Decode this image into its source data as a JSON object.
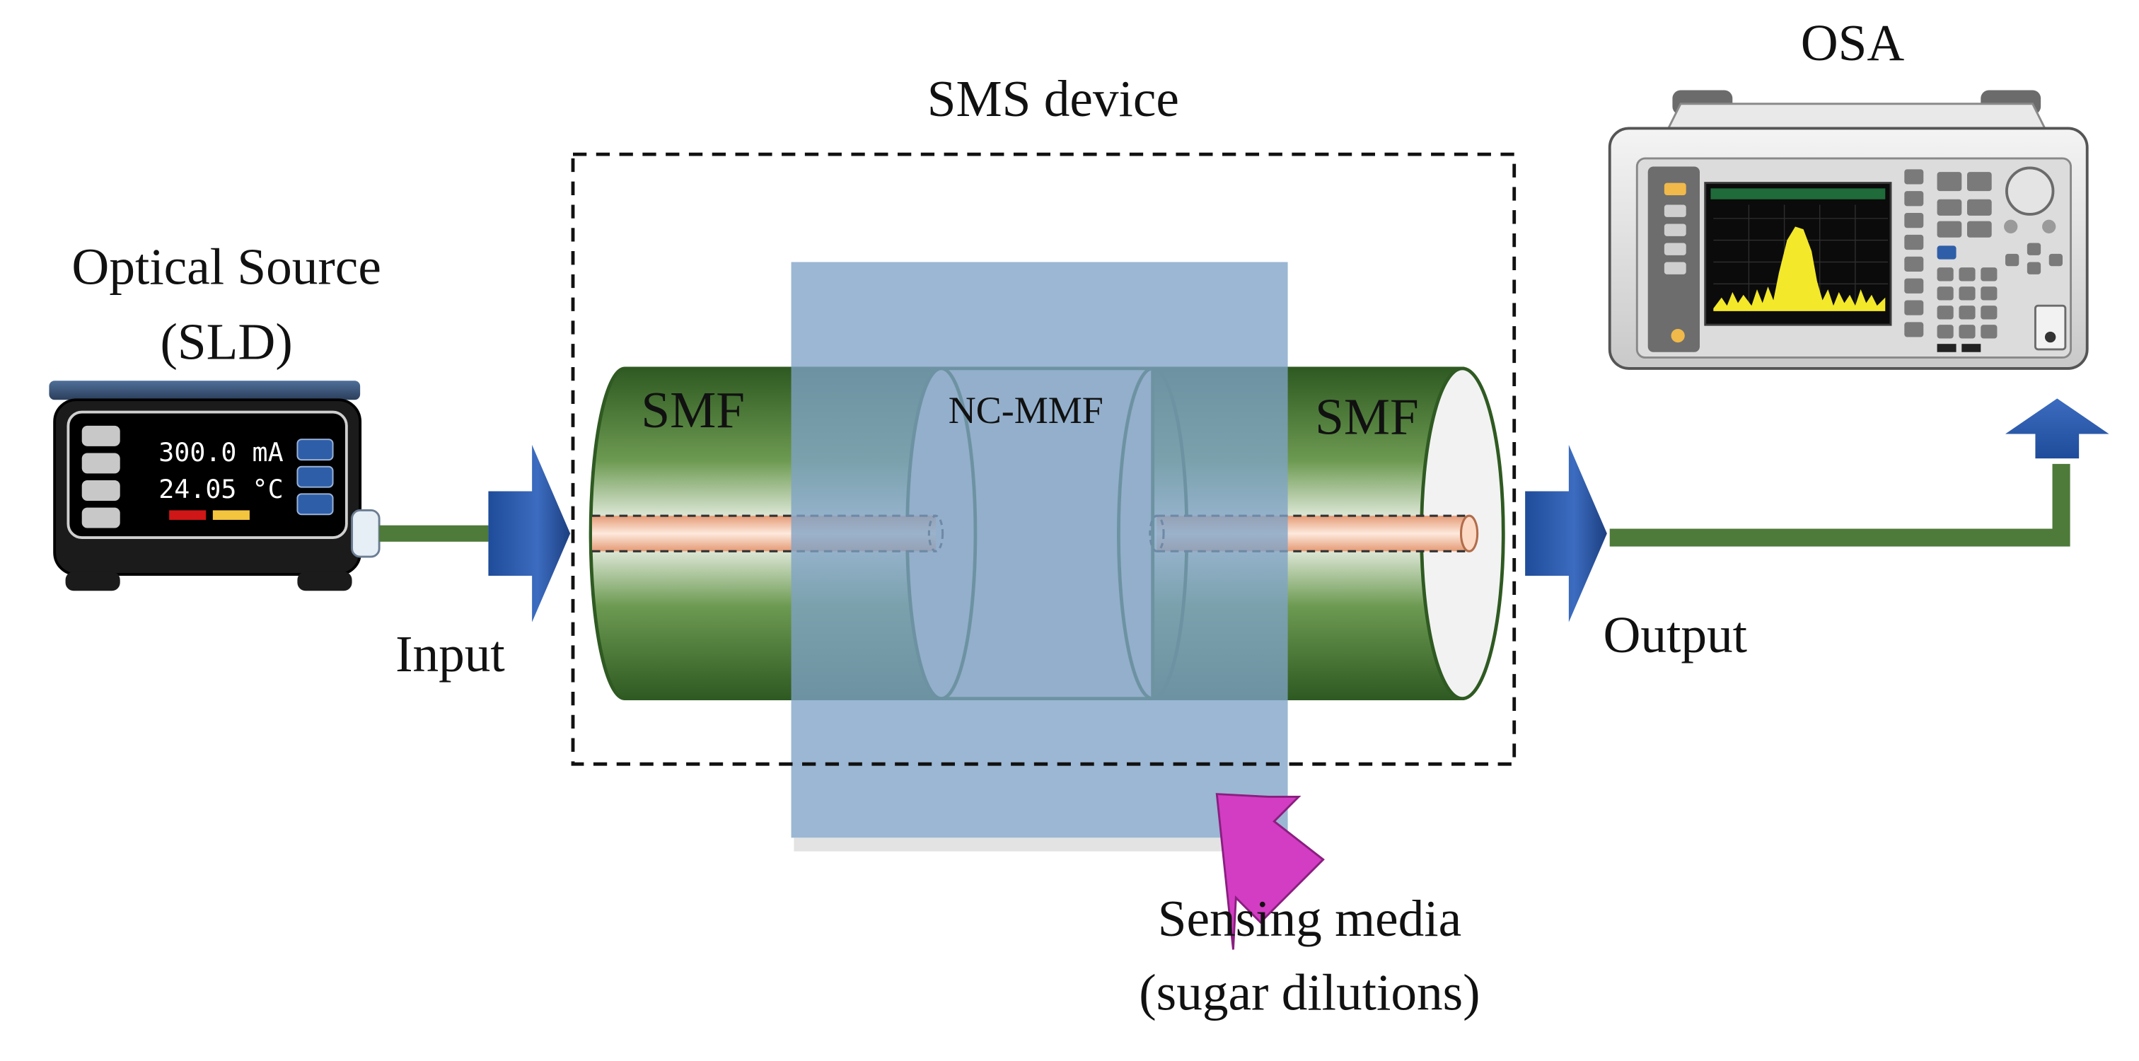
{
  "labels": {
    "sms_device": "SMS device",
    "osa": "OSA",
    "optical_source_line1": "Optical Source",
    "optical_source_line2": "(SLD)",
    "input": "Input",
    "output": "Output",
    "smf_left": "SMF",
    "smf_right": "SMF",
    "nc_mmf": "NC-MMF",
    "sensing_line1": "Sensing media",
    "sensing_line2": "(sugar dilutions)"
  },
  "source_display": {
    "current": "300.0 mA",
    "temperature": "24.05 °C"
  },
  "colors": {
    "fiber_green": "#4e7a3a",
    "arrow_blue": "#2e5aa8",
    "sensing_blue": "#7fa3c7",
    "core_orange": "#e8a98a",
    "pointer_magenta": "#cc3fc0",
    "osa_trace_yellow": "#f3e82a"
  }
}
